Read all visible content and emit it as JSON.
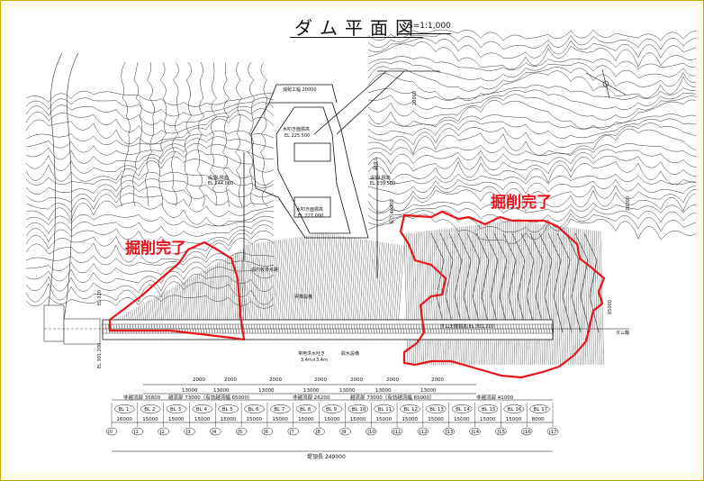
{
  "title": "ダム平面図",
  "scale": "S=1:1,000",
  "excavation_labels": [
    "掘削完了",
    "掘削完了"
  ],
  "annotations": {
    "top_width": "減勢工幅 20000",
    "intake_a": "水叩き面標高",
    "intake_a_el": "EL 225.500",
    "intake_b": "水叩き面標高",
    "intake_b_el": "EL 227.000",
    "left_bank": "堤頂L標高",
    "left_bank_el": "EL 244.000",
    "right_bank": "堤頂L標高",
    "right_bank_el": "EL 239.500",
    "gallery": "堤内仮排水路",
    "elevator": "昇降設備",
    "axis": "ダム軸",
    "dam_crest_el": "ダム天端標高 EL 301.200",
    "outlet": "常用洪水吐き",
    "outlet_size": "3.4m×3.4m",
    "intake_facility": "取水設備",
    "left_el": "EL 301.200",
    "right_vert": "80000",
    "right_vert2": "65000",
    "vert_dim": "20000",
    "length_a": "20000",
    "wing": "副ダム",
    "wing2": "長さ 40000",
    "left_vert": "EL 320"
  },
  "spans": [
    "13000",
    "13000",
    "13000",
    "13000",
    "13000",
    "13000",
    "13000"
  ],
  "spans_top": [
    "2000",
    "2000",
    "2000",
    "2000",
    "2000",
    "2000",
    "2000"
  ],
  "sections": [
    "非越流部 35800",
    "越流部 73000（有効越流幅 65000）",
    "非越流部 26200",
    "越流部 73000（有効越流幅 65000）",
    "非越流部 41000"
  ],
  "blocks": [
    "BL 1",
    "BL 2",
    "BL 3",
    "BL 4",
    "BL 5",
    "BL 6",
    "BL 7",
    "BL 8",
    "BL 9",
    "BL 10",
    "BL 11",
    "BL 12",
    "BL 13",
    "BL 14",
    "BL 15",
    "BL 16",
    "BL 17"
  ],
  "block_widths": [
    "16000",
    "15000",
    "15000",
    "15000",
    "15000",
    "15000",
    "15000",
    "15000",
    "15000",
    "15000",
    "15000",
    "15000",
    "15000",
    "15000",
    "15000",
    "15000",
    "8000"
  ],
  "joints": [
    "J0",
    "J1",
    "J2",
    "J3",
    "J4",
    "J5",
    "J6",
    "J7",
    "J8",
    "J9",
    "J10",
    "J11",
    "J12",
    "J13",
    "J14",
    "J15",
    "J16",
    "J17"
  ],
  "crest_length": "堤頂長 249000",
  "colors": {
    "highlight": "#e8141c",
    "frame": "#c9a800",
    "ink": "#111111"
  }
}
